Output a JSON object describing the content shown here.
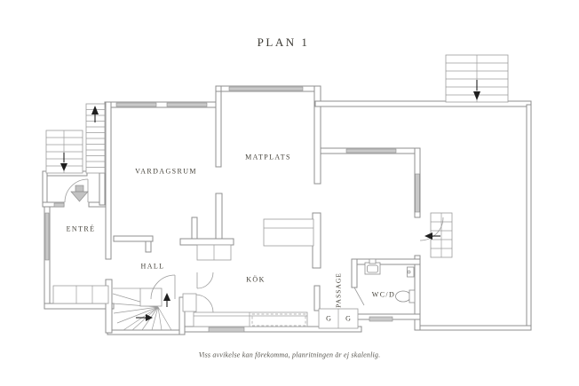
{
  "title": "PLAN 1",
  "rooms": {
    "vardagsrum": "VARDAGSRUM",
    "matplats": "MATPLATS",
    "entre": "ENTRÉ",
    "hall": "HALL",
    "kok": "KÖK",
    "passage": "PASSAGE",
    "wcd": "WC/D",
    "closet1": "G",
    "closet2": "G"
  },
  "footer": {
    "disclaimer": "Viss avvikelse kan förekomma, planritningen är ej skalenlig."
  },
  "symbols": {
    "stair_up_arrow": "▲",
    "stair_down_arrow": "▼",
    "stair_left_arrow": "◀",
    "entrance_arrow": "⬇"
  },
  "colors": {
    "wall_line": "#8f8f8f",
    "window_fill": "#c9c9c9",
    "stair_line": "#9c9c9c",
    "arrow": "#1f1f1f",
    "entrance_arrow_fill": "#c2c2c2",
    "label_text": "#45423a"
  }
}
